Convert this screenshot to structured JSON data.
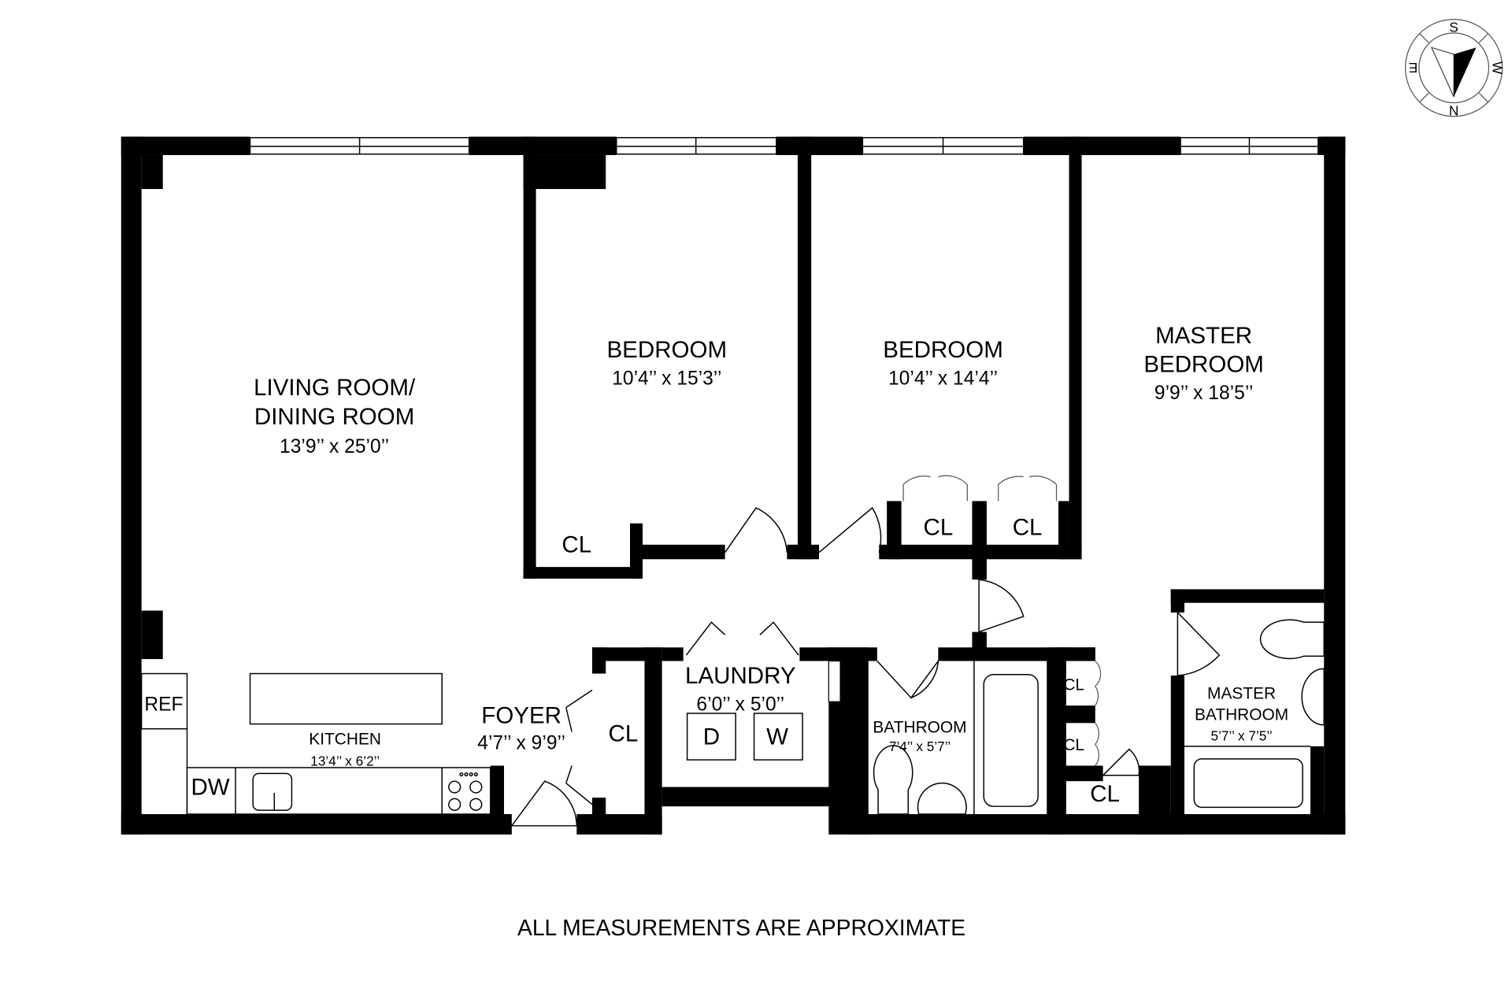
{
  "plan": {
    "rooms": {
      "living": {
        "line1": "LIVING ROOM/",
        "line2": "DINING ROOM",
        "size": "13’9’’ x 25’0’’"
      },
      "bedroom1": {
        "name": "BEDROOM",
        "size": "10’4’’ x 15’3’’"
      },
      "bedroom2": {
        "name": "BEDROOM",
        "size": "10’4’’ x 14’4’’"
      },
      "master_bedroom": {
        "line1": "MASTER",
        "line2": "BEDROOM",
        "size": "9’9’’ x 18’5’’"
      },
      "kitchen": {
        "name": "KITCHEN",
        "size": "13’4’’ x 6’2’’"
      },
      "foyer": {
        "name": "FOYER",
        "size": "4’7’’ x 9’9’’"
      },
      "laundry": {
        "name": "LAUNDRY",
        "size": "6’0’’ x 5’0’’"
      },
      "bathroom": {
        "name": "BATHROOM",
        "size": "7’4’’ x 5’7’’"
      },
      "master_bathroom": {
        "line1": "MASTER",
        "line2": "BATHROOM",
        "size": "5’7’’ x 7’5’’"
      }
    },
    "closet_label": "CL",
    "appliances": {
      "ref": "REF",
      "dw": "DW",
      "dryer": "D",
      "washer": "W"
    },
    "compass": {
      "n": "N",
      "s": "S",
      "e": "E",
      "w": "W"
    },
    "footnote": "ALL MEASUREMENTS ARE APPROXIMATE"
  }
}
